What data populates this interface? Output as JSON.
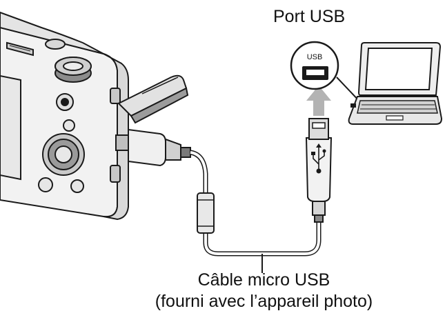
{
  "labels": {
    "usb_port": "Port USB",
    "cable_line1": "Câble micro USB",
    "cable_line2": "(fourni avec l’appareil photo)",
    "port_marking": "USB"
  },
  "icons": {
    "camera": "camera-icon",
    "laptop": "laptop-icon",
    "usb_port": "usb-port-icon",
    "usb_plug": "usb-plug-icon",
    "micro_usb_plug": "micro-usb-plug-icon",
    "ferrite_bead": "ferrite-bead-icon",
    "arrow": "arrow-up-icon",
    "usb_symbol": "usb-trident-icon"
  },
  "colors": {
    "line": "#1a1a1a",
    "arrow": "#b3b3b3",
    "body_light": "#efefef",
    "body_mid": "#cfcfcf",
    "body_dark": "#5a5a5a",
    "background": "#ffffff"
  }
}
